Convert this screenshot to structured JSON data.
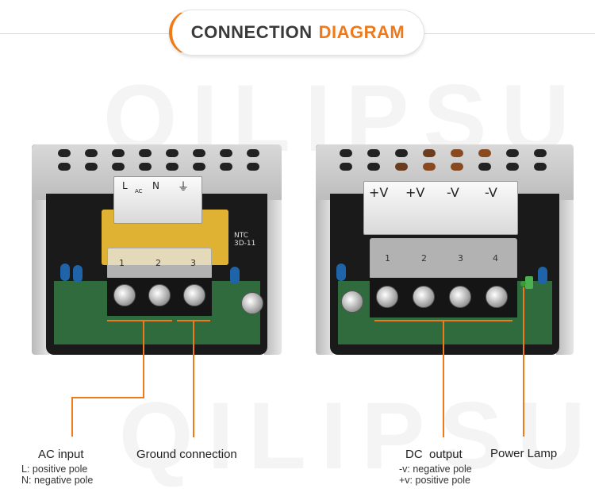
{
  "header": {
    "title_part1": "CONNECTION",
    "title_part2": "DIAGRAM",
    "accent_color": "#f07a1a"
  },
  "watermark": {
    "text": "QILIPSU"
  },
  "left_photo": {
    "top_label": {
      "l": "L",
      "ac": "AC",
      "n": "N",
      "ground": "⏚"
    },
    "pins": [
      "1",
      "2",
      "3"
    ],
    "ntc": "NTC\n3D-11"
  },
  "right_photo": {
    "top_labels": [
      "+V",
      "+V",
      "-V",
      "-V"
    ],
    "pins": [
      "1",
      "2",
      "3",
      "4"
    ]
  },
  "captions": {
    "ac_input": {
      "title": "AC input",
      "lines": [
        "L: positive pole",
        "N: negative pole"
      ]
    },
    "ground": {
      "title": "Ground connection"
    },
    "dc_output": {
      "title": "DC  output",
      "lines": [
        "-v: negative pole",
        "+v: positive pole"
      ]
    },
    "power_lamp": {
      "title": "Power Lamp"
    }
  }
}
